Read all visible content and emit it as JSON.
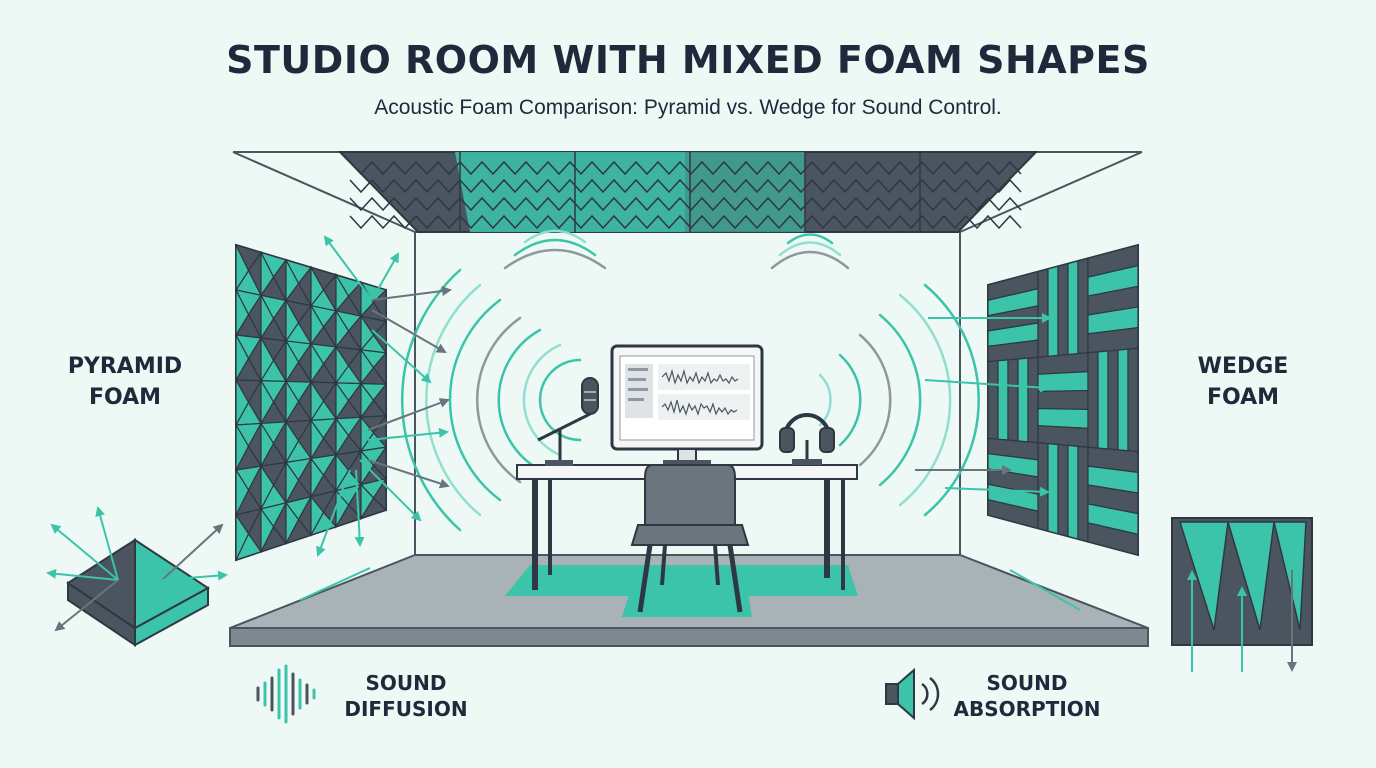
{
  "header": {
    "title": "STUDIO ROOM WITH MIXED FOAM SHAPES",
    "subtitle": "Acoustic Foam Comparison: Pyramid vs. Wedge for Sound Control."
  },
  "labels": {
    "pyramid": [
      "PYRAMID",
      "FOAM"
    ],
    "wedge": [
      "WEDGE",
      "FOAM"
    ]
  },
  "legend": {
    "diffusion": [
      "SOUND",
      "DIFFUSION"
    ],
    "absorption": [
      "SOUND",
      "ABSORPTION"
    ]
  },
  "icons": {
    "diffusion": "sound-wave-icon",
    "absorption": "speaker-icon"
  },
  "colors": {
    "teal": "#3cc4ab",
    "slate": "#4a5560",
    "navy": "#1e2a3c",
    "background": "#eef8f5"
  }
}
